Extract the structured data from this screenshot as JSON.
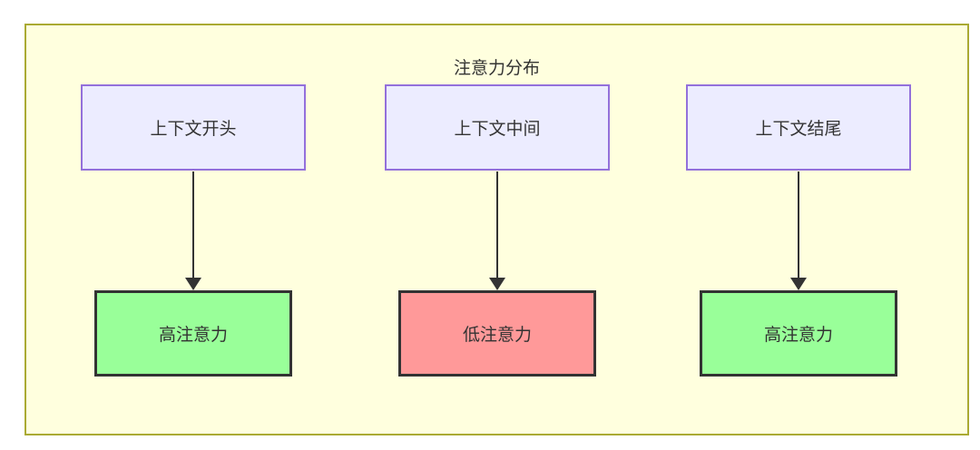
{
  "diagram": {
    "type": "flowchart",
    "title": "注意力分布",
    "nodes": {
      "top": [
        {
          "id": "context-start",
          "label": "上下文开头"
        },
        {
          "id": "context-middle",
          "label": "上下文中间"
        },
        {
          "id": "context-end",
          "label": "上下文结尾"
        }
      ],
      "bottom": [
        {
          "id": "high-attention-1",
          "label": "高注意力",
          "status": "high"
        },
        {
          "id": "low-attention",
          "label": "低注意力",
          "status": "low"
        },
        {
          "id": "high-attention-2",
          "label": "高注意力",
          "status": "high"
        }
      ]
    },
    "edges": [
      {
        "from": "上下文开头",
        "to": "高注意力"
      },
      {
        "from": "上下文中间",
        "to": "低注意力"
      },
      {
        "from": "上下文结尾",
        "to": "高注意力"
      }
    ],
    "colors": {
      "cluster_fill": "#ffffde",
      "cluster_border": "#aaaa33",
      "node_fill": "#ececff",
      "node_border": "#9370db",
      "high_fill": "#99ff99",
      "low_fill": "#ff9999",
      "emphasis_border": "#333333",
      "text": "#333333",
      "arrow": "#333333"
    }
  }
}
